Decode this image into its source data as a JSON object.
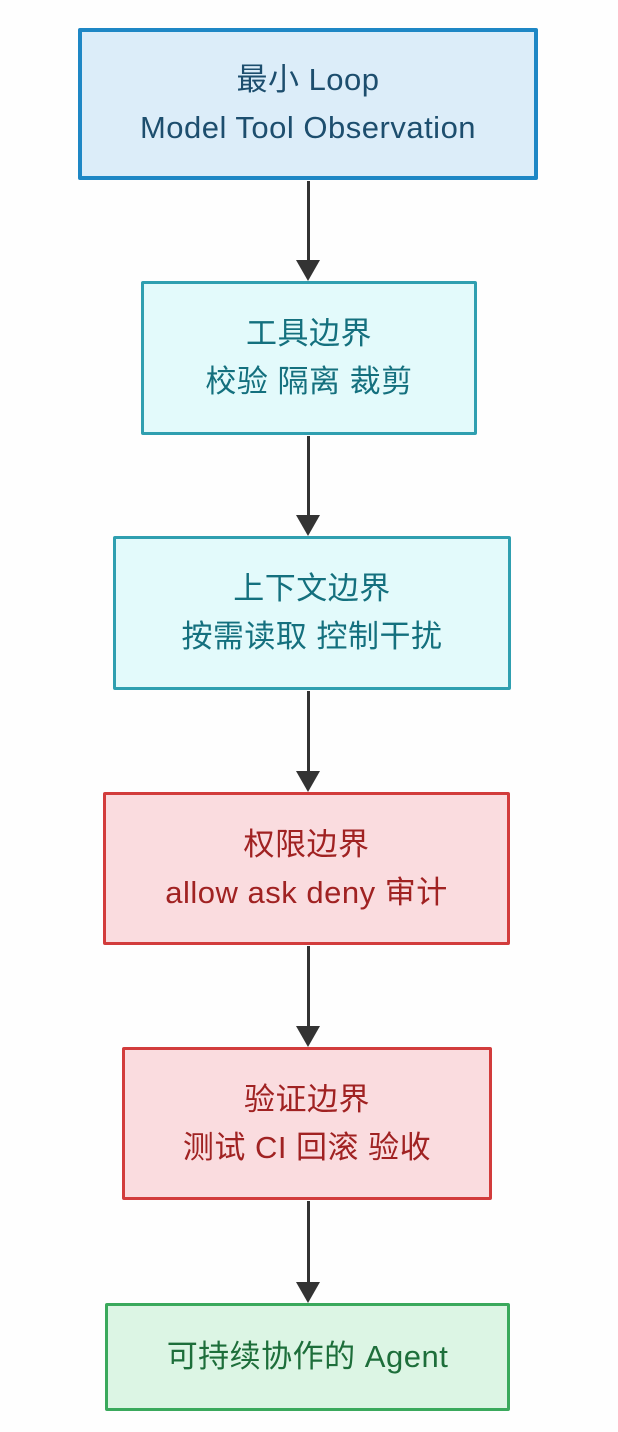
{
  "page": {
    "background_color": "#fefefe",
    "arrow_color": "#333333"
  },
  "flow": {
    "direction": "top-to-bottom",
    "nodes": [
      {
        "id": "minimal-loop",
        "lines": [
          "最小 Loop",
          "Model Tool Observation"
        ],
        "theme": "blue",
        "border_color": "#1e87c5",
        "background_color": "#dcedf9",
        "text_color": "#1d4e6e"
      },
      {
        "id": "tool-boundary",
        "lines": [
          "工具边界",
          "校验 隔离 裁剪"
        ],
        "theme": "teal",
        "border_color": "#2f9fb0",
        "background_color": "#e3fafb",
        "text_color": "#14707e"
      },
      {
        "id": "context-boundary",
        "lines": [
          "上下文边界",
          "按需读取 控制干扰"
        ],
        "theme": "teal",
        "border_color": "#2f9fb0",
        "background_color": "#e3fafb",
        "text_color": "#14707e"
      },
      {
        "id": "permission-boundary",
        "lines": [
          "权限边界",
          "allow ask deny 审计"
        ],
        "theme": "red",
        "border_color": "#d23c3c",
        "background_color": "#fadcdf",
        "text_color": "#a02222"
      },
      {
        "id": "verification-boundary",
        "lines": [
          "验证边界",
          "测试 CI 回滚 验收"
        ],
        "theme": "red",
        "border_color": "#d23c3c",
        "background_color": "#fadcdf",
        "text_color": "#a02222"
      },
      {
        "id": "sustainable-agent",
        "lines": [
          "可持续协作的 Agent"
        ],
        "theme": "green",
        "border_color": "#3aa95c",
        "background_color": "#dcf5e4",
        "text_color": "#1d6e3a"
      }
    ],
    "edges": [
      {
        "from": "minimal-loop",
        "to": "tool-boundary"
      },
      {
        "from": "tool-boundary",
        "to": "context-boundary"
      },
      {
        "from": "context-boundary",
        "to": "permission-boundary"
      },
      {
        "from": "permission-boundary",
        "to": "verification-boundary"
      },
      {
        "from": "verification-boundary",
        "to": "sustainable-agent"
      }
    ]
  }
}
